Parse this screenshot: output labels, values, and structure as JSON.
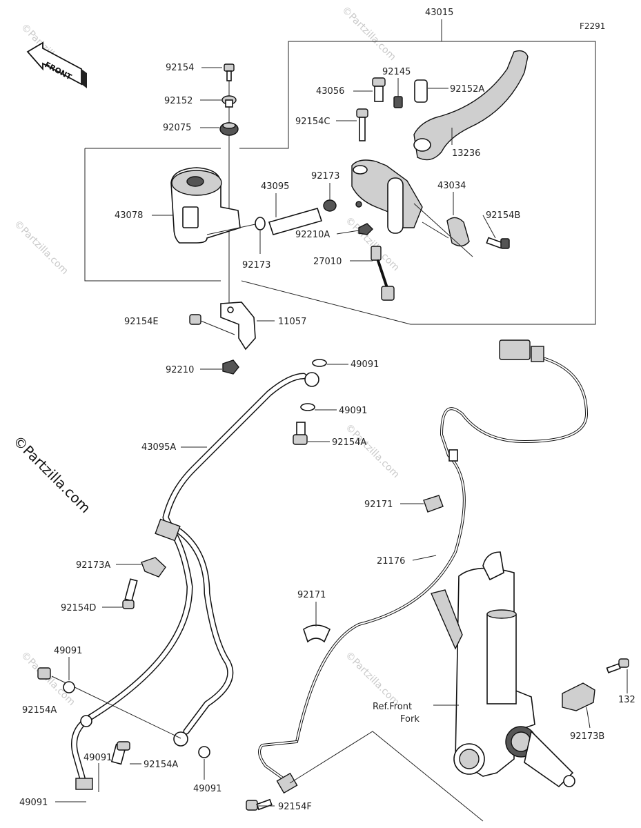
{
  "diagram_code": "F2291",
  "front_label": "FRONT",
  "watermark_main": "©Partzilla.com",
  "watermark_small": "©Partzilla.com",
  "ref_fork_line1": "Ref.Front",
  "ref_fork_line2": "Fork",
  "labels": {
    "p43015": "43015",
    "p92154": "92154",
    "p92152": "92152",
    "p92075": "92075",
    "p92145": "92145",
    "p43056": "43056",
    "p92152A": "92152A",
    "p92154C": "92154C",
    "p13236": "13236",
    "p92173_top": "92173",
    "p43095": "43095",
    "p43034": "43034",
    "p43078": "43078",
    "p92154B": "92154B",
    "p92210A": "92210A",
    "p92173_mid": "92173",
    "p27010": "27010",
    "p92154E": "92154E",
    "p11057": "11057",
    "p92210": "92210",
    "p49091_a": "49091",
    "p49091_b": "49091",
    "p92154A_a": "92154A",
    "p43095A": "43095A",
    "p92171_a": "92171",
    "p21176": "21176",
    "p92173A": "92173A",
    "p92154D": "92154D",
    "p92171_b": "92171",
    "p49091_c": "49091",
    "p92154A_b": "92154A",
    "p49091_d": "49091",
    "p92154A_c": "92154A",
    "p49091_e": "49091",
    "p49091_f": "49091",
    "p92154F": "92154F",
    "p132": "132",
    "p92173B": "92173B"
  }
}
